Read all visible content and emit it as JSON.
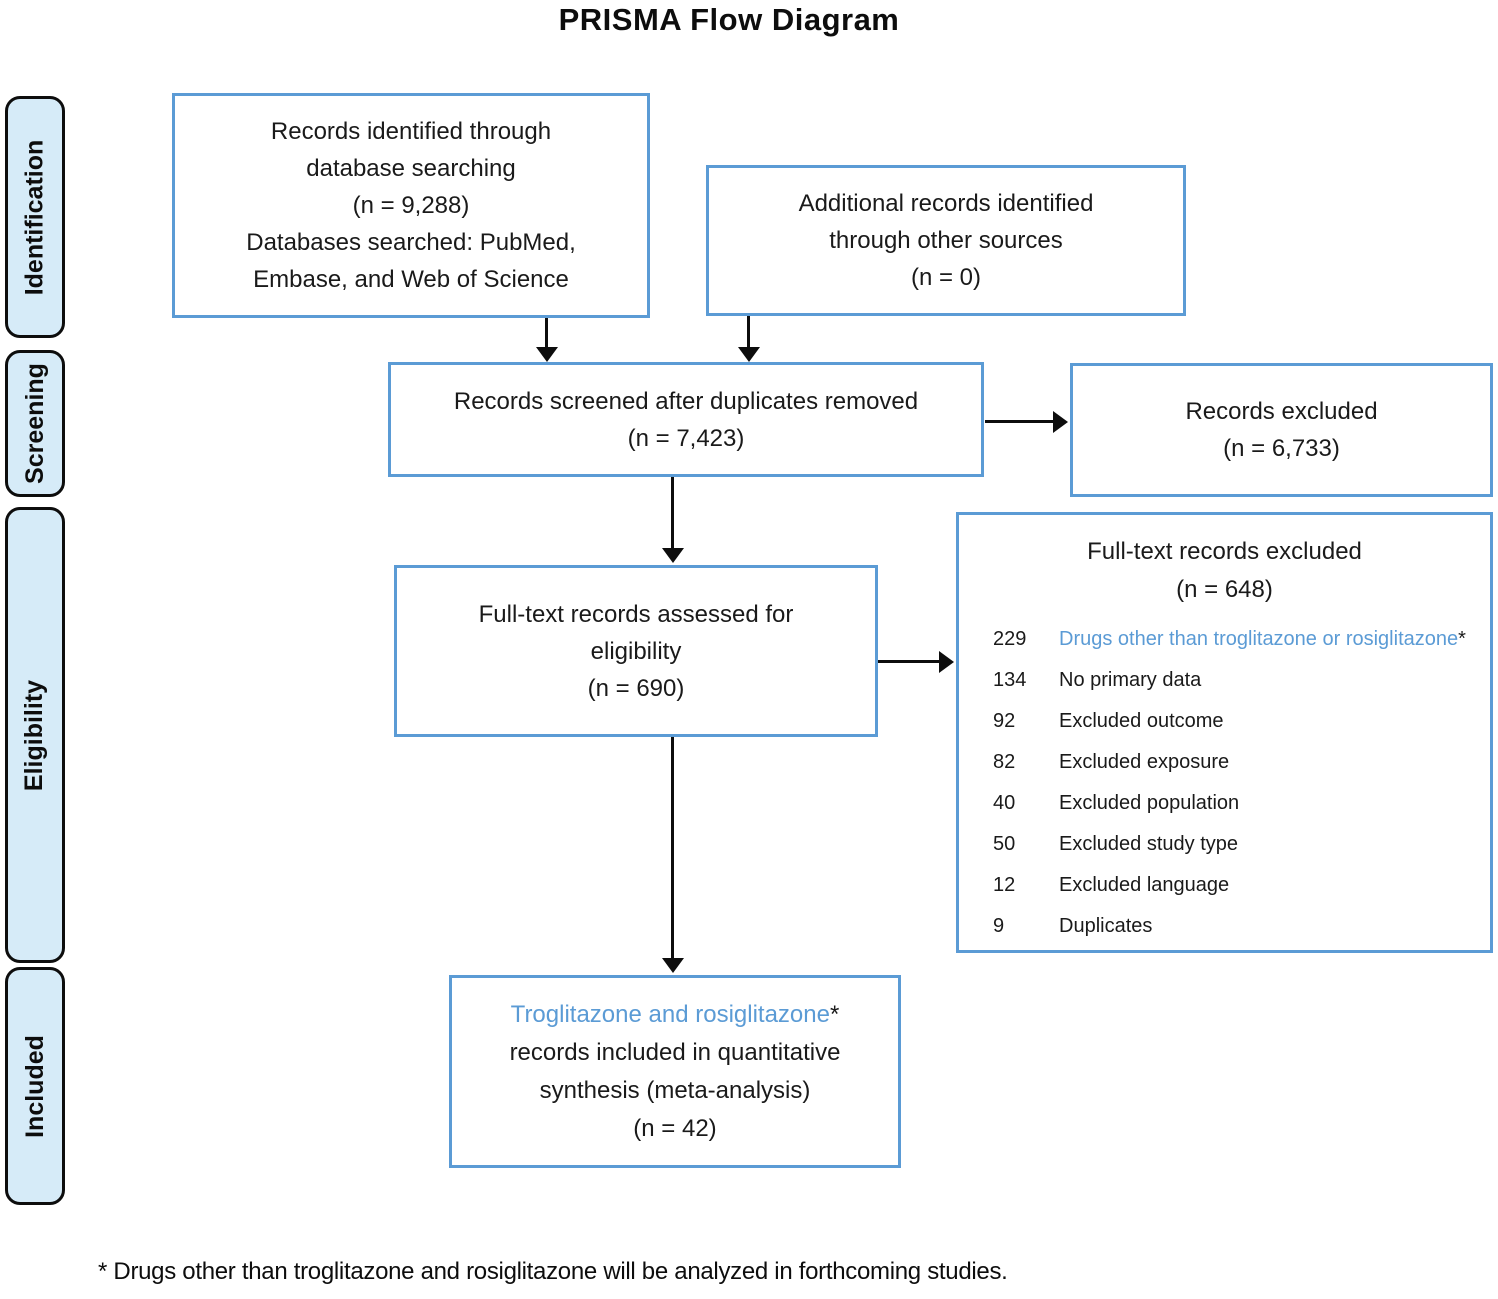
{
  "title": "PRISMA Flow Diagram",
  "colors": {
    "box_border": "#5b9bd5",
    "accent_text": "#5b9bd5",
    "stage_fill": "#d6ebf8",
    "stage_border": "#000000",
    "arrow": "#000000"
  },
  "stages": [
    {
      "label": "Identification"
    },
    {
      "label": "Screening"
    },
    {
      "label": "Eligibility"
    },
    {
      "label": "Included"
    }
  ],
  "boxes": {
    "identified": {
      "lines": [
        "Records identified through",
        "database searching",
        "(n = 9,288)",
        "Databases searched: PubMed,",
        "Embase, and Web of Science"
      ]
    },
    "additional": {
      "lines": [
        "Additional records identified",
        "through other sources",
        "(n = 0)"
      ]
    },
    "screened": {
      "lines": [
        "Records screened after duplicates removed",
        "(n = 7,423)"
      ]
    },
    "excluded": {
      "lines": [
        "Records excluded",
        "(n = 6,733)"
      ]
    },
    "fulltext": {
      "lines": [
        "Full-text records assessed for",
        "eligibility",
        "(n = 690)"
      ]
    },
    "fulltext_excluded": {
      "title_lines": [
        "Full-text records excluded",
        "(n = 648)"
      ],
      "reasons": [
        {
          "count": "229",
          "label": "Drugs other than troglitazone or rosiglitazone",
          "suffix": "*"
        },
        {
          "count": "134",
          "label": "No primary data"
        },
        {
          "count": "92",
          "label": "Excluded outcome"
        },
        {
          "count": "82",
          "label": "Excluded exposure"
        },
        {
          "count": "40",
          "label": "Excluded population"
        },
        {
          "count": "50",
          "label": "Excluded study type"
        },
        {
          "count": "12",
          "label": "Excluded language"
        },
        {
          "count": "9",
          "label": "Duplicates"
        }
      ]
    },
    "included": {
      "accent_line": "Troglitazone and rosiglitazone",
      "accent_suffix": "*",
      "lines": [
        "records included in quantitative",
        "synthesis (meta-analysis)",
        "(n = 42)"
      ]
    }
  },
  "footnote": "* Drugs other than troglitazone and rosiglitazone will be analyzed in forthcoming studies."
}
